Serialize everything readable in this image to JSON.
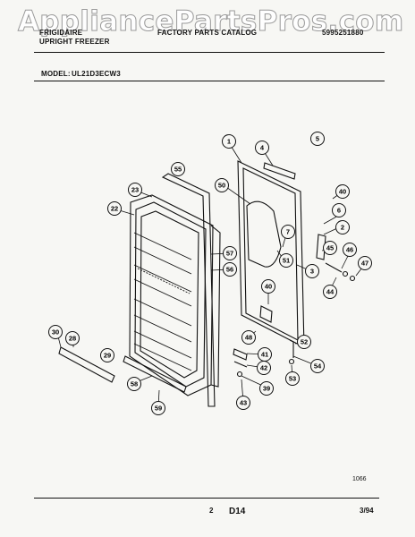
{
  "watermark": "AppliancePartsPros.com",
  "header": {
    "brand": "FRIGIDAIRE",
    "product": "UPRIGHT FREEZER",
    "catalog": "FACTORY PARTS CATALOG",
    "catalog_number": "5995251880",
    "model_label": "MODEL:",
    "model_number": "UL21D3ECW3"
  },
  "callouts": [
    "1",
    "2",
    "3",
    "4",
    "5",
    "6",
    "7",
    "22",
    "23",
    "28",
    "29",
    "30",
    "39",
    "40",
    "40",
    "41",
    "42",
    "43",
    "44",
    "45",
    "46",
    "47",
    "48",
    "50",
    "51",
    "52",
    "53",
    "54",
    "55",
    "56",
    "57",
    "58",
    "59"
  ],
  "footer": {
    "code": "1066",
    "page": "2",
    "section": "D14",
    "date": "3/94"
  }
}
